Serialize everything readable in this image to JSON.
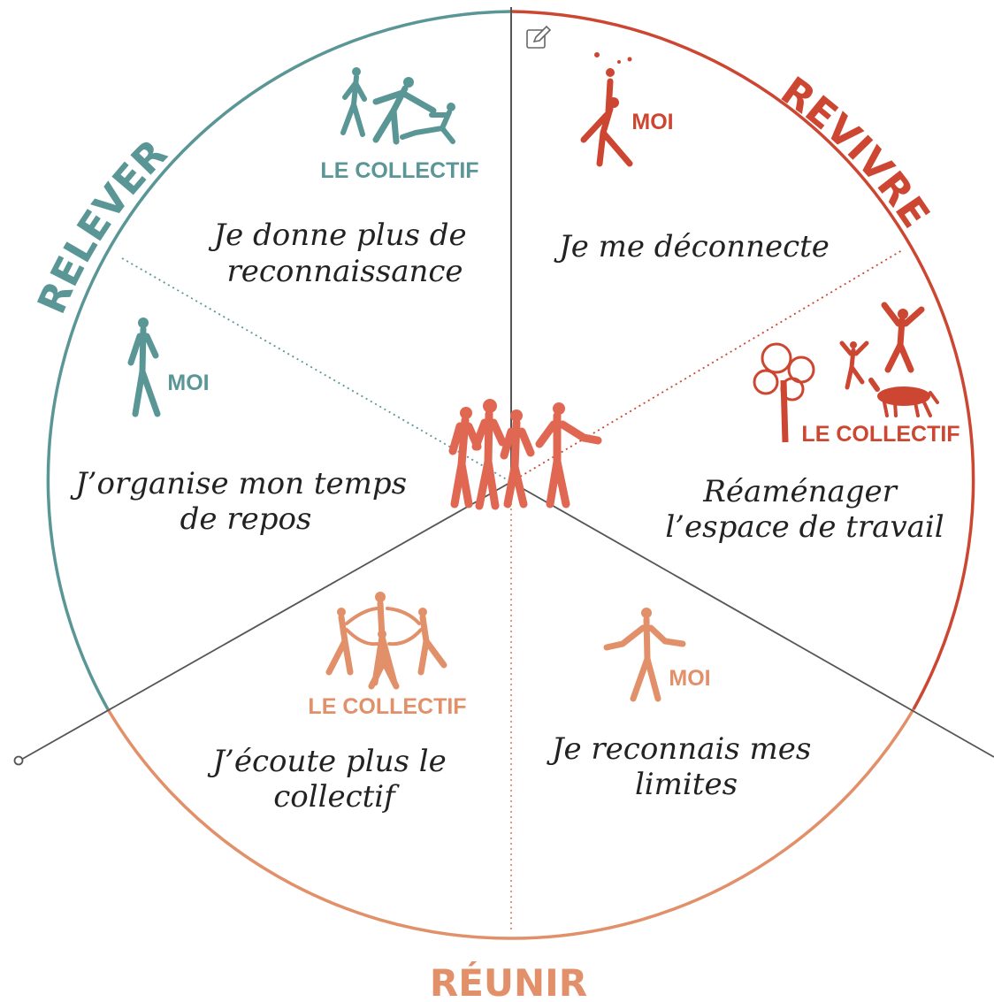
{
  "colors": {
    "teal": "#5a9696",
    "red": "#cc4631",
    "orange": "#e2906a",
    "center": "#e06852",
    "ink": "#222222",
    "line": "#555555"
  },
  "sections": {
    "relever": "RELEVER",
    "revivre": "REVIVRE",
    "reunir": "RÉUNIR"
  },
  "tags": {
    "collectif": "LE COLLECTIF",
    "moi": "MOI"
  },
  "phrases": {
    "reconnaissance": [
      "Je donne plus de",
      "reconnaissance"
    ],
    "deconnecte": [
      "Je me déconnecte"
    ],
    "repos": [
      "J’organise mon temps",
      "de repos"
    ],
    "espace": [
      "Réaménager",
      "l’espace de travail"
    ],
    "ecoute": [
      "J’écoute plus le",
      "collectif"
    ],
    "limites": [
      "Je reconnais mes",
      "limites"
    ]
  },
  "icons": {
    "edit": "edit-icon",
    "center_group": "people-group-icon"
  }
}
